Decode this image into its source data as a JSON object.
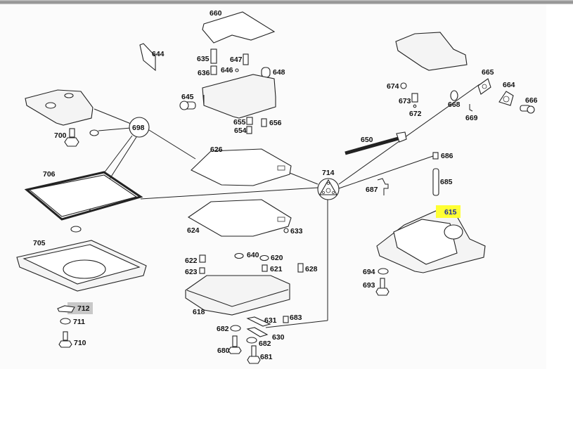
{
  "diagram": {
    "title": "Transmission valve body exploded parts diagram",
    "highlight_colors": {
      "selected": "#ffff33",
      "hover": "#c8c8c8",
      "selected_text": "#1a2a9a"
    },
    "hubs": {
      "698": "698",
      "714": "714"
    },
    "parts": {
      "p615": "615",
      "p618": "618",
      "p620": "620",
      "p621": "621",
      "p622": "622",
      "p623": "623",
      "p624": "624",
      "p626": "626",
      "p628": "628",
      "p630": "630",
      "p631": "631",
      "p633": "633",
      "p635": "635",
      "p636": "636",
      "p640": "640",
      "p644": "644",
      "p645": "645",
      "p646": "646",
      "p647": "647",
      "p648": "648",
      "p650": "650",
      "p654": "654",
      "p655": "655",
      "p656": "656",
      "p660": "660",
      "p664": "664",
      "p665": "665",
      "p666": "666",
      "p668": "668",
      "p669": "669",
      "p672": "672",
      "p673": "673",
      "p674": "674",
      "p680": "680",
      "p681": "681",
      "p682a": "682",
      "p682b": "682",
      "p683": "683",
      "p685": "685",
      "p686": "686",
      "p687": "687",
      "p693": "693",
      "p694": "694",
      "p700": "700",
      "p705": "705",
      "p706": "706",
      "p710": "710",
      "p711": "711",
      "p712": "712"
    },
    "selected_part": "615",
    "hovered_part": "712"
  }
}
